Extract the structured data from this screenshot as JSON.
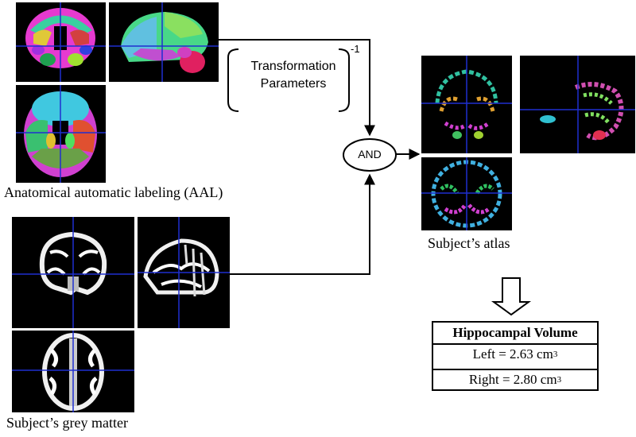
{
  "aal_caption": "Anatomical automatic labeling (AAL)",
  "grey_caption": "Subject’s grey matter",
  "atlas_caption": "Subject’s atlas",
  "transform": {
    "line1": "Transformation",
    "line2": "Parameters",
    "exponent": "-1"
  },
  "and_node": "AND",
  "volume_table": {
    "title": "Hippocampal Volume",
    "left_text": "Left =  2.63 cm",
    "right_text": "Right = 2.80 cm",
    "unit_exp": "3"
  },
  "colors": {
    "crosshair": "#1f2fd0",
    "background": "#000000",
    "line": "#000000"
  }
}
